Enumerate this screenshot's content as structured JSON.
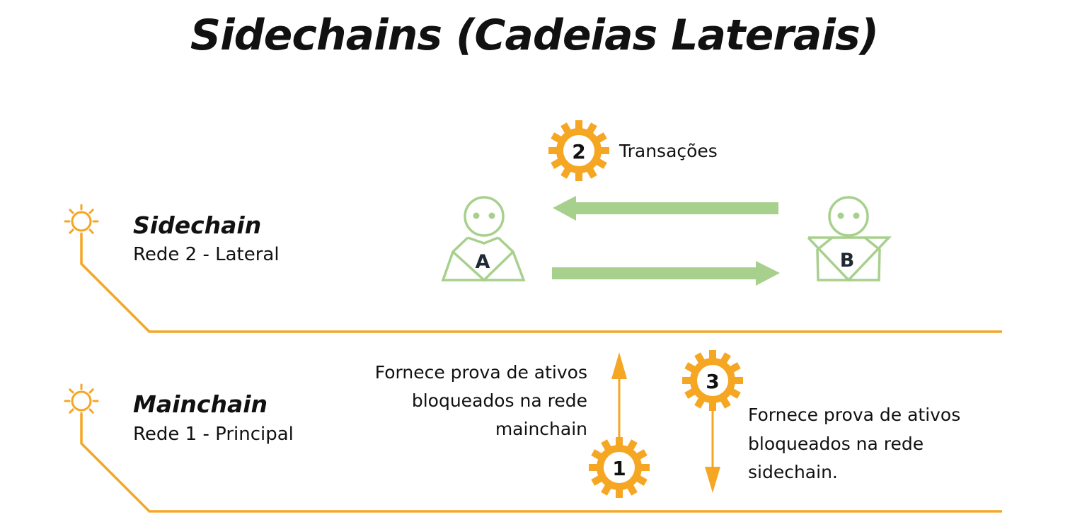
{
  "title": "Sidechains (Cadeias Laterais)",
  "colors": {
    "orange": "#F5A623",
    "green": "#A8D08D",
    "text": "#111111",
    "dark": "#1F2A33"
  },
  "chains": {
    "sidechain": {
      "name": "Sidechain",
      "subtitle": "Rede 2 - Lateral",
      "icon": "sun-icon"
    },
    "mainchain": {
      "name": "Mainchain",
      "subtitle": "Rede 1 - Principal",
      "icon": "sun-icon"
    }
  },
  "parties": {
    "a": "A",
    "b": "B"
  },
  "steps": {
    "s1": {
      "number": "1",
      "lines": [
        "Fornece prova de ativos",
        "bloqueados na rede",
        "mainchain"
      ]
    },
    "s2": {
      "number": "2",
      "label": "Transações"
    },
    "s3": {
      "number": "3",
      "lines": [
        "Fornece prova de ativos",
        "bloqueados na rede",
        "sidechain."
      ]
    }
  }
}
